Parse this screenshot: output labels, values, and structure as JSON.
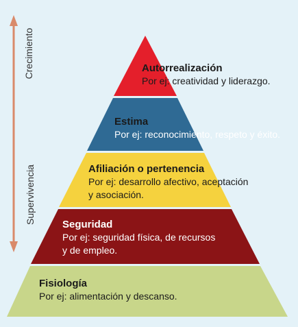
{
  "axis": {
    "top_label": "Crecimiento",
    "bottom_label": "Supervivencia",
    "arrow_color": "#d98a6a"
  },
  "levels": [
    {
      "title": "Autorrealización",
      "desc_lines": [
        "Por ej: creatividad y liderazgo."
      ],
      "color": "#e41f2b"
    },
    {
      "title": "Estima",
      "desc_lines": [
        "Por ej: reconocimiento, respeto y éxito."
      ],
      "color": "#2f6a94"
    },
    {
      "title": "Afiliación o pertenencia",
      "desc_lines": [
        "Por ej: desarrollo afectivo, aceptación",
        "y asociación."
      ],
      "color": "#f5d23e"
    },
    {
      "title": "Seguridad",
      "desc_lines": [
        "Por ej: seguridad física, de recursos",
        "y de empleo."
      ],
      "color": "#8b1416"
    },
    {
      "title": "Fisiología",
      "desc_lines": [
        "Por ej: alimentación y descanso."
      ],
      "color": "#c8d68a"
    }
  ]
}
